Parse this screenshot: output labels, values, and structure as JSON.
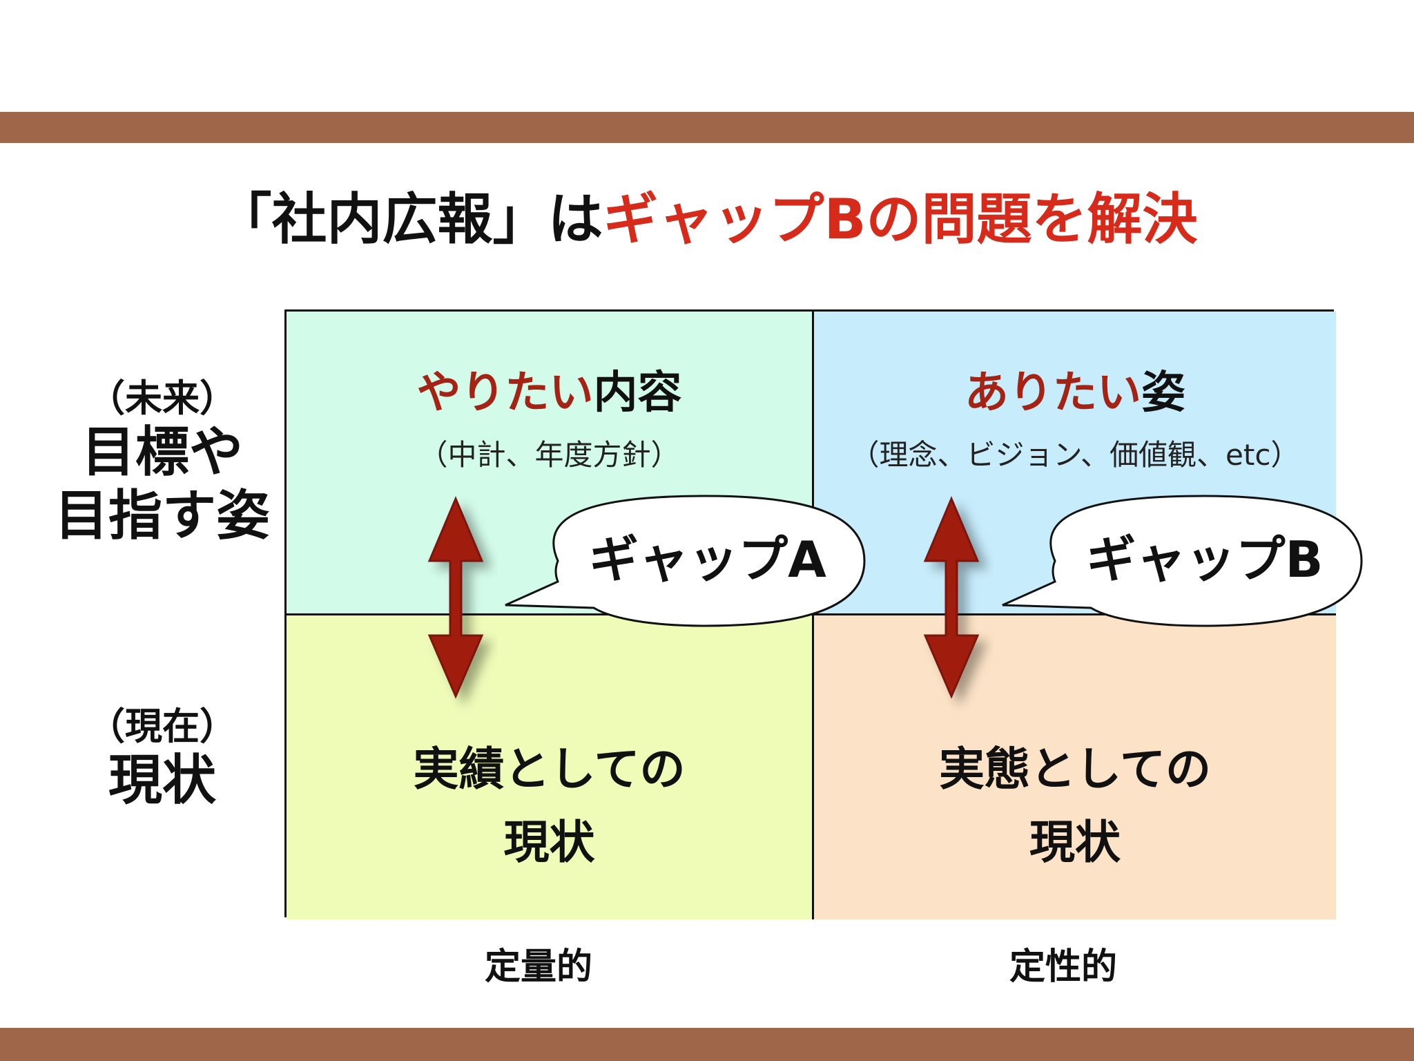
{
  "title": {
    "prefix": "「社内広報」は",
    "highlight": "ギャップBの問題を解決"
  },
  "rows": {
    "future": {
      "sub": "（未来）",
      "line1": "目標や",
      "line2": "目指す姿"
    },
    "present": {
      "sub": "（現在）",
      "line1": "現状"
    }
  },
  "cells": {
    "top_left": {
      "accent": "やりたい",
      "rest": "内容",
      "sub": "（中計、年度方針）"
    },
    "top_right": {
      "accent": "ありたい",
      "rest": "姿",
      "sub": "（理念、ビジョン、価値観、etc）"
    },
    "bottom_left": {
      "line1": "実績としての",
      "line2": "現状"
    },
    "bottom_right": {
      "line1": "実態としての",
      "line2": "現状"
    }
  },
  "columns": {
    "quantitative": "定量的",
    "qualitative": "定性的"
  },
  "gaps": {
    "a": "ギャップA",
    "b": "ギャップB"
  },
  "colors": {
    "band": "#a0664a",
    "title_highlight": "#d62a1a",
    "accent_text": "#a52314",
    "arrow": "#a01e10",
    "cell_top_left": "#d3fbe9",
    "cell_top_right": "#c7ecfc",
    "cell_bottom_left": "#eefcb8",
    "cell_bottom_right": "#fce2c6"
  }
}
